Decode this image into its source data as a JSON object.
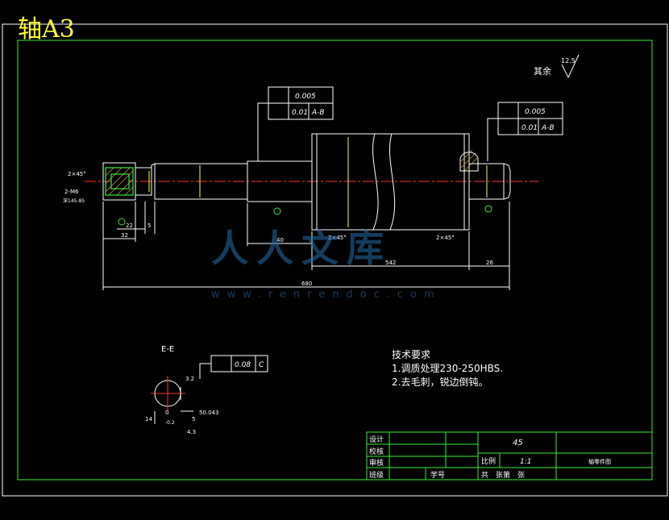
{
  "drawing": {
    "title": "轴A3",
    "watermark": "人人文库",
    "watermark_url": "www.renrendoc.com",
    "roughness_label": "其余",
    "roughness_value": "12.5",
    "section_label": "E-E"
  },
  "tolerance_frames": {
    "left": {
      "row1_value": "0.005",
      "row2_value": "0.01",
      "row2_ref": "A-B"
    },
    "right": {
      "row1_value": "0.005",
      "row2_value": "0.01",
      "row2_ref": "A-B"
    },
    "section": {
      "value": "0.08",
      "ref": "C"
    }
  },
  "dimensions": {
    "chamfer_left": "2×45°",
    "thread": "2-M6",
    "thread_depth": "深145-85",
    "d22": "22",
    "d32": "32",
    "d5": "5",
    "d40": "40",
    "d542": "542",
    "d26": "26",
    "d680": "680",
    "chamfer_mid": "2×45°",
    "chamfer_mid2": "2×45°",
    "sec_32": "3.2",
    "sec_14": "14",
    "sec_0": "0",
    "sec_2": "-0.2",
    "sec_43": "4.3",
    "sec_5": "5",
    "sec_50": "50.043"
  },
  "tech_notes": {
    "heading": "技术要求",
    "items": [
      "1.调质处理230-250HBS.",
      "2.去毛刺，锐边倒钝。"
    ]
  },
  "title_block": {
    "rows": [
      "设计",
      "校核",
      "审核",
      "班级"
    ],
    "student_no_label": "学号",
    "material": "45",
    "scale_label": "比例",
    "scale_value": "1:1",
    "sheet_label": "共　张第　张",
    "drawing_name": "轴零件图"
  }
}
